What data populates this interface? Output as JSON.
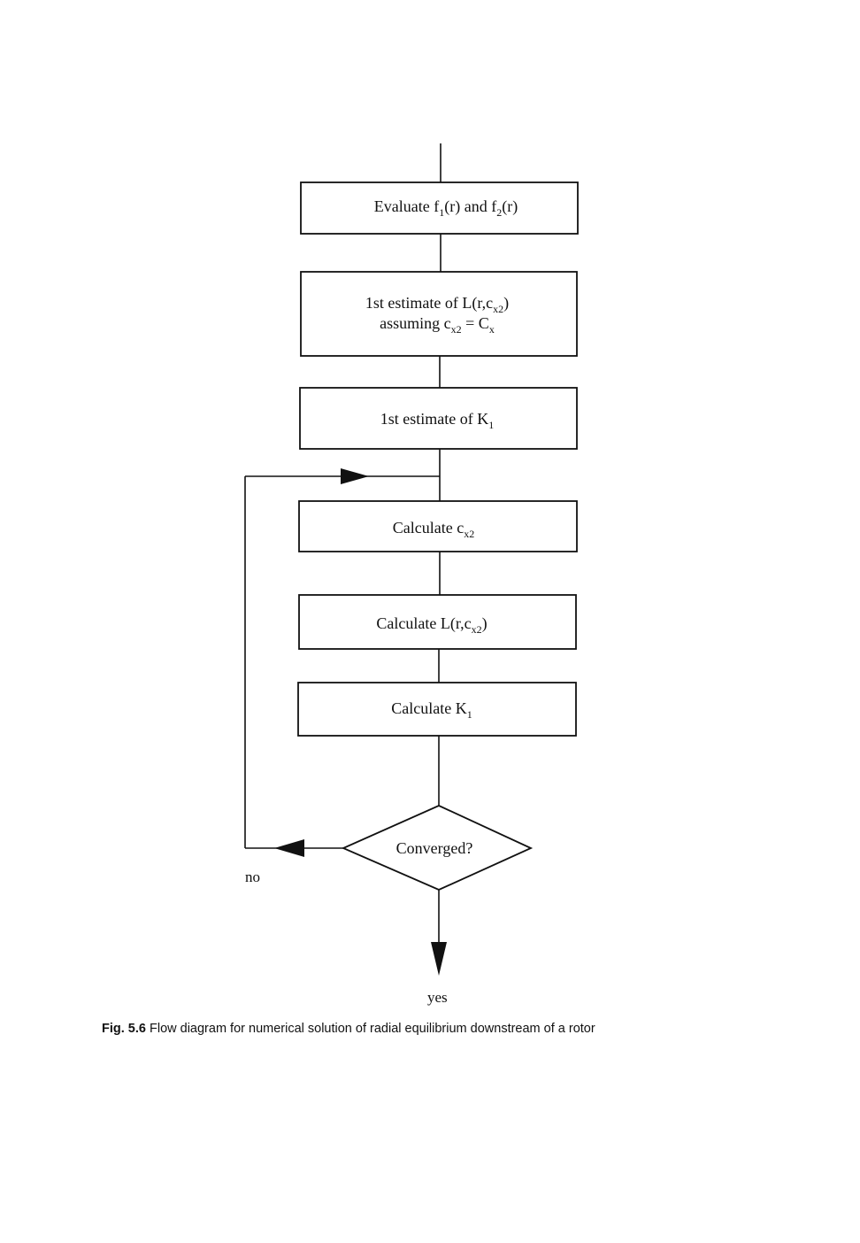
{
  "boxes": {
    "evaluate": {
      "text": "Evaluate f",
      "sub1": "1",
      "mid": "(r) and f",
      "sub2": "2",
      "end": "(r)"
    },
    "estimate_L": {
      "line1_pre": "1st estimate of L(r,c",
      "line1_sub": "x2",
      "line1_post": ")",
      "line2_pre": "assuming c",
      "line2_sub": "x2",
      "line2_mid": " = C",
      "line2_sub2": "x"
    },
    "estimate_K": {
      "text": "1st estimate of K",
      "sub": "1"
    },
    "calc_cx2": {
      "text": "Calculate c",
      "sub": "x2"
    },
    "calc_L": {
      "text": "Calculate L(r,c",
      "sub": "x2",
      "post": ")"
    },
    "calc_K": {
      "text": "Calculate K",
      "sub": "1"
    }
  },
  "decision": {
    "text": "Converged?"
  },
  "labels": {
    "no": "no",
    "yes": "yes"
  },
  "caption": {
    "fig": "Fig. 5.6",
    "text": "Flow diagram for numerical solution of radial equilibrium downstream of a rotor"
  }
}
